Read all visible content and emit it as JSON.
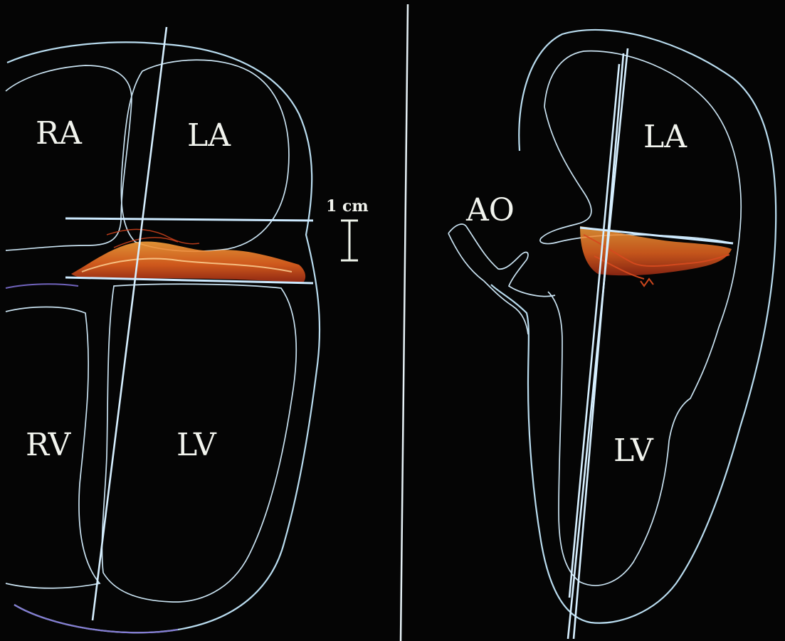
{
  "left_panel": {
    "labels": {
      "ra": "RA",
      "la": "LA",
      "rv": "RV",
      "lv": "LV"
    },
    "scale": {
      "label": "1 cm"
    }
  },
  "right_panel": {
    "labels": {
      "ao": "AO",
      "la": "LA",
      "lv": "LV"
    }
  },
  "colors": {
    "background": "#050505",
    "outline": "#b9dcef",
    "axis_line": "#d6efff",
    "valve_orange": "#e8702a",
    "valve_red": "#b8321c",
    "text": "#f2f4ee"
  }
}
